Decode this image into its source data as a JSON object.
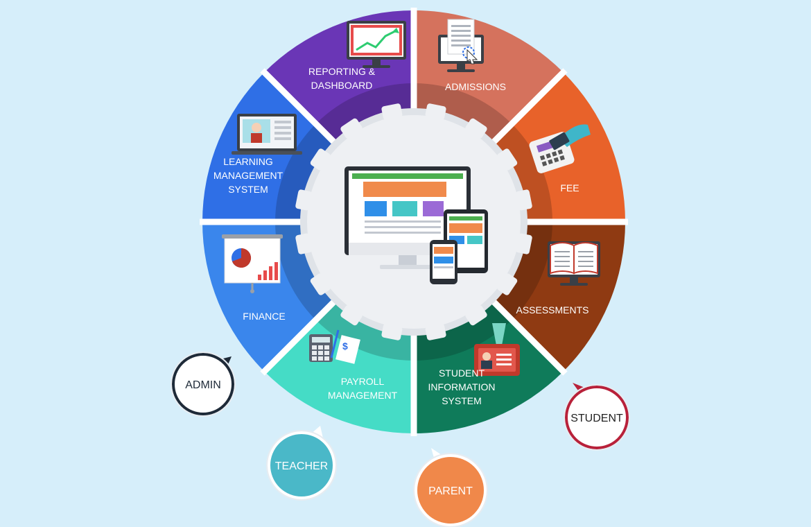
{
  "colors": {
    "background": "#d6eefa",
    "reporting": "#6a36b6",
    "admissions": "#d5725d",
    "fee": "#e8622a",
    "assessments": "#8f3a12",
    "sis": "#0f7b5a",
    "payroll": "#45dcc6",
    "finance": "#3a86ec",
    "lms": "#2f6fe6",
    "hub": "#eef0f3"
  },
  "segments": [
    {
      "key": "reporting",
      "lines": [
        "REPORTING &",
        "DASHBOARD"
      ],
      "icon": "trend-chart-monitor-icon"
    },
    {
      "key": "admissions",
      "lines": [
        "ADMISSIONS"
      ],
      "icon": "document-click-monitor-icon"
    },
    {
      "key": "fee",
      "lines": [
        "FEE"
      ],
      "icon": "card-payment-terminal-icon"
    },
    {
      "key": "assessments",
      "lines": [
        "ASSESSMENTS"
      ],
      "icon": "open-book-monitor-icon"
    },
    {
      "key": "sis",
      "lines": [
        "STUDENT",
        "INFORMATION",
        "SYSTEM"
      ],
      "icon": "id-badge-icon"
    },
    {
      "key": "payroll",
      "lines": [
        "PAYROLL",
        "MANAGEMENT"
      ],
      "icon": "calculator-document-icon"
    },
    {
      "key": "finance",
      "lines": [
        "FINANCE"
      ],
      "icon": "pie-chart-board-icon"
    },
    {
      "key": "lms",
      "lines": [
        "LEARNING",
        "MANAGEMENT",
        "SYSTEM"
      ],
      "icon": "video-lesson-laptop-icon"
    }
  ],
  "roles": [
    {
      "key": "admin",
      "label": "ADMIN",
      "fill": "#ffffff",
      "border": "#1e2a38",
      "text": "#1e2a38"
    },
    {
      "key": "teacher",
      "label": "TEACHER",
      "fill": "#4ab8c8",
      "border": "#ffffff",
      "text": "#ffffff"
    },
    {
      "key": "parent",
      "label": "PARENT",
      "fill": "#f0884a",
      "border": "#ffffff",
      "text": "#ffffff"
    },
    {
      "key": "student",
      "label": "STUDENT",
      "fill": "#ffffff",
      "border": "#b8213a",
      "text": "#222222"
    }
  ],
  "center": {
    "icon": "responsive-devices-icon"
  }
}
